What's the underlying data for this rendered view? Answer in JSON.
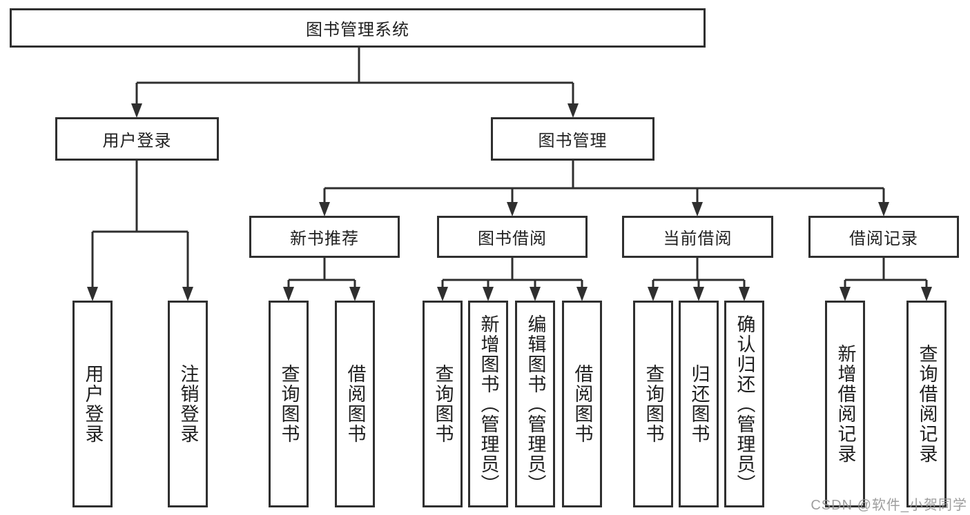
{
  "nodes": {
    "root": "图书管理系统",
    "l2": {
      "user_login": "用户登录",
      "book_mgmt": "图书管理"
    },
    "l3": {
      "new_books": "新书推荐",
      "borrow": "图书借阅",
      "current": "当前借阅",
      "records": "借阅记录"
    },
    "l4": {
      "login": "用户登录",
      "logout": "注销登录",
      "nb_query": "查询图书",
      "nb_borrow": "借阅图书",
      "bb_query": "查询图书",
      "bb_add": "新增图书（管理员）",
      "bb_edit": "编辑图书（管理员）",
      "bb_borrow": "借阅图书",
      "cb_query": "查询图书",
      "cb_return": "归还图书",
      "cb_confirm": "确认归还（管理员）",
      "rec_add": "新增借阅记录",
      "rec_query": "查询借阅记录"
    }
  },
  "watermark": "CSDN @软件_小贺同学",
  "colors": {
    "line": "#2f2f2f",
    "box_border": "#2f2f2f",
    "box_fill": "#ffffff",
    "text": "#1f1f1f",
    "watermark": "#949494"
  }
}
